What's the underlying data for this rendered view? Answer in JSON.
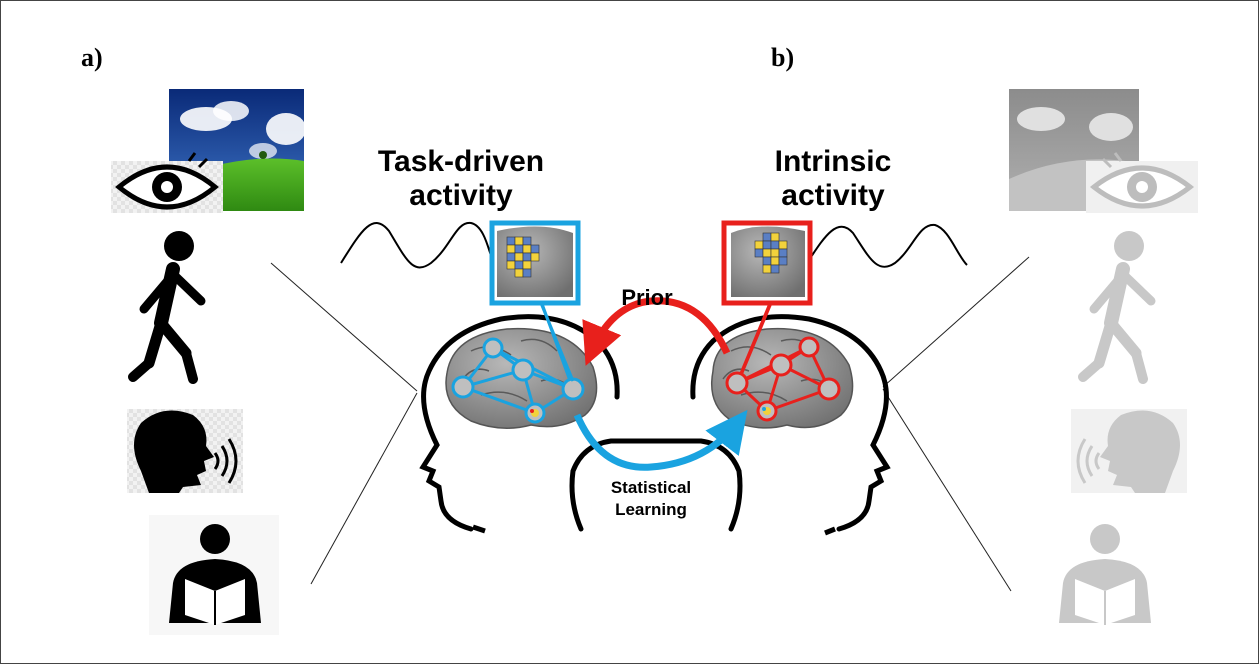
{
  "panels": {
    "a_label": "a)",
    "b_label": "b)"
  },
  "titles": {
    "task_driven_line1": "Task-driven",
    "task_driven_line2": "activity",
    "intrinsic_line1": "Intrinsic",
    "intrinsic_line2": "activity"
  },
  "arrows": {
    "prior_label": "Prior",
    "learning_line1": "Statistical",
    "learning_line2": "Learning"
  },
  "colors": {
    "task_blue": "#1aa3e0",
    "intrinsic_red": "#e8201c",
    "icon_black": "#000000",
    "icon_faded": "#c8c8c8",
    "brain_gray": "#8f8f8f",
    "grid_yellow": "#f2d23c",
    "grid_blue": "#5a7fc4"
  },
  "icons": {
    "left": [
      "eye-icon",
      "landscape-photo",
      "walking-person-icon",
      "speaking-head-icon",
      "reading-person-icon"
    ],
    "right": [
      "eye-icon",
      "landscape-photo",
      "walking-person-icon",
      "speaking-head-icon",
      "reading-person-icon"
    ]
  }
}
